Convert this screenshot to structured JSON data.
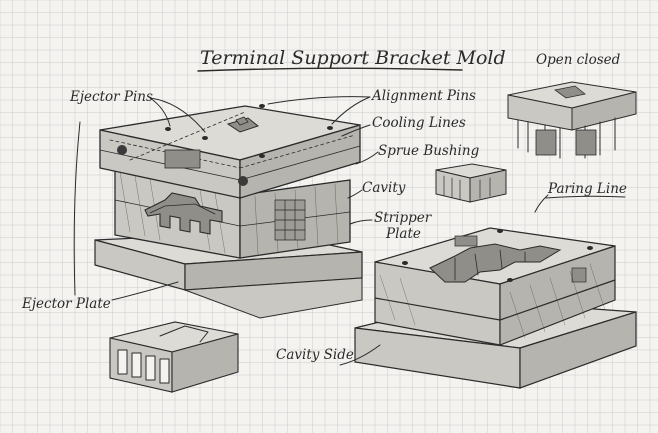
{
  "title": "Terminal Support Bracket Mold",
  "labels": {
    "ejector_pins": "Ejector Pins",
    "alignment_pins": "Alignment Pins",
    "cooling_lines": "Cooling Lines",
    "sprue_bushing": "Sprue Bushing",
    "cavity": "Cavity",
    "stripper_plate_line1": "Stripper",
    "stripper_plate_line2": "Plate",
    "ejector_plate": "Ejector Plate",
    "open_closed": "Open closed",
    "paring_line": "Paring Line",
    "cavity_side": "Cavity Side"
  },
  "colors": {
    "paper": "#f4f3ef",
    "grid": "#c9ccd2",
    "ink": "#2b2b2b"
  }
}
